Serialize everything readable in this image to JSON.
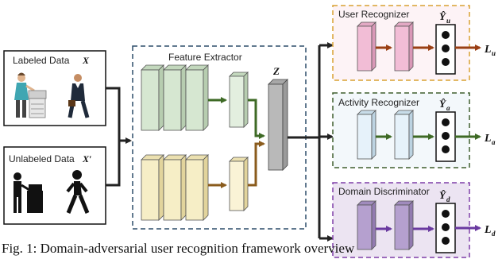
{
  "inputs": {
    "labeled_title": "Labeled Data",
    "labeled_symbol": "X",
    "unlabeled_title": "Unlabeled Data",
    "unlabeled_symbol": "X′"
  },
  "feature_extractor": {
    "title": "Feature Extractor",
    "latent_symbol": "Z"
  },
  "heads": {
    "user": {
      "title": "User Recognizer",
      "output_symbol": "Ŷ",
      "output_sub": "u",
      "loss_symbol": "L",
      "loss_sub": "u"
    },
    "activity": {
      "title": "Activity Recognizer",
      "output_symbol": "Ŷ",
      "output_sub": "a",
      "loss_symbol": "L",
      "loss_sub": "a"
    },
    "domain": {
      "title": "Domain Discriminator",
      "output_symbol": "Ŷ",
      "output_sub": "d",
      "loss_symbol": "L",
      "loss_sub": "d"
    }
  },
  "caption": "Fig. 1: Domain-adversarial user recognition framework overview",
  "colors": {
    "fe_border": "#2d4d6a",
    "fe_green": "#d6e7d1",
    "fe_yellow": "#f6eec6",
    "z_gray": "#b9b9b9",
    "user_border": "#d9a132",
    "user_bg": "#fdf3f6",
    "user_block": "#f2bdd6",
    "user_arrow": "#9a3f14",
    "activity_border": "#3f5f2e",
    "activity_bg": "#f3f8fb",
    "activity_block": "#dcecf6",
    "activity_arrow": "#3e6a25",
    "domain_border": "#7e3ea8",
    "domain_bg": "#ece4f2",
    "domain_block": "#b5a0cf",
    "domain_arrow": "#6a3aa0",
    "green_arrow": "#3e6a25",
    "brown_arrow": "#8a5b1c"
  }
}
